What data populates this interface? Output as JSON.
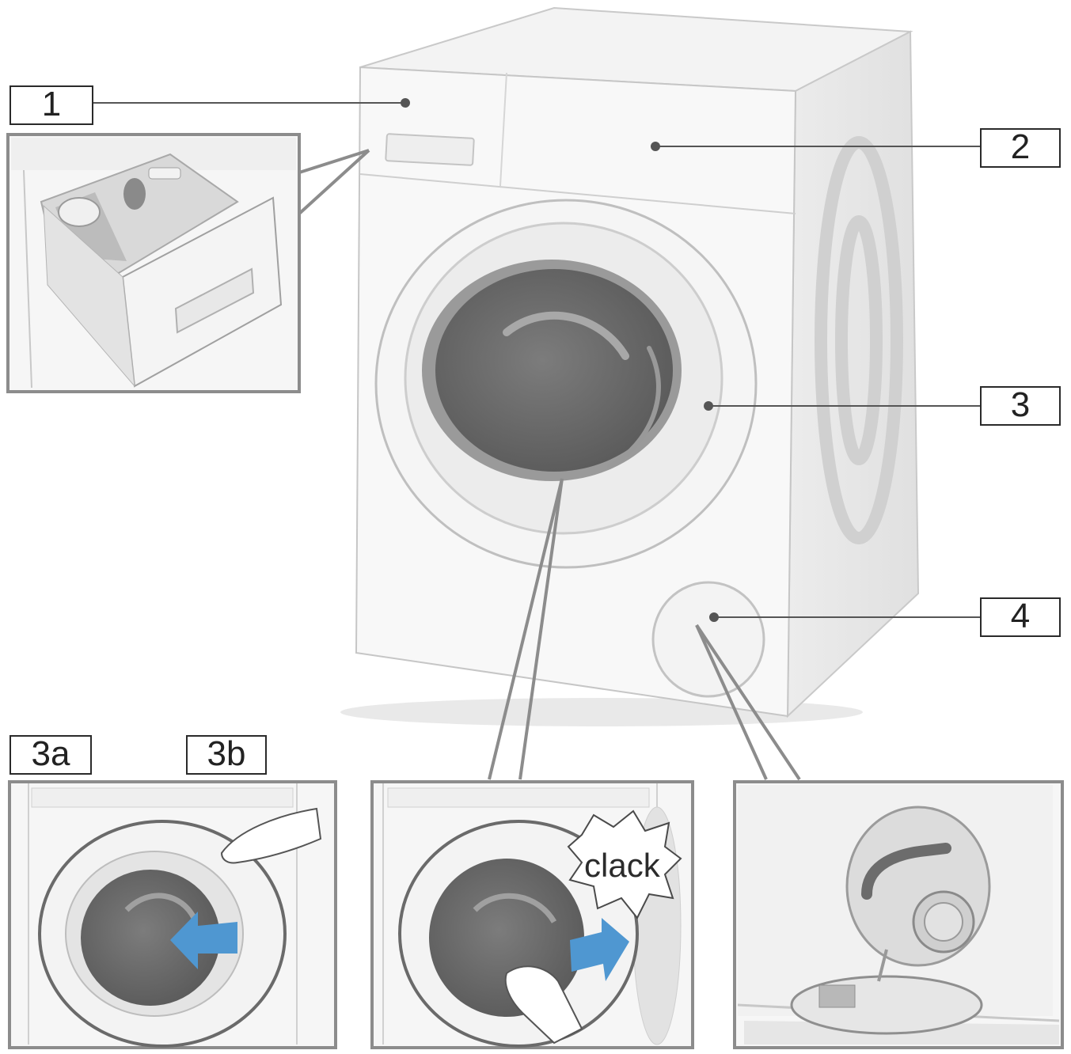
{
  "labels": {
    "dispenser": "1",
    "control_panel": "2",
    "door": "3",
    "door_open": "3a",
    "door_close": "3b",
    "service_flap": "4"
  },
  "sound_text": "clack",
  "colors": {
    "body": "#f7f7f7",
    "outline": "#bdbdbd",
    "drum": "#6e6e6e",
    "arrow": "#4f97d1",
    "frame": "#8c8c8c",
    "label_border": "#2a2a2a"
  },
  "icons": [
    "arrow-left-icon",
    "arrow-right-icon",
    "hand-icon",
    "burst-icon"
  ]
}
